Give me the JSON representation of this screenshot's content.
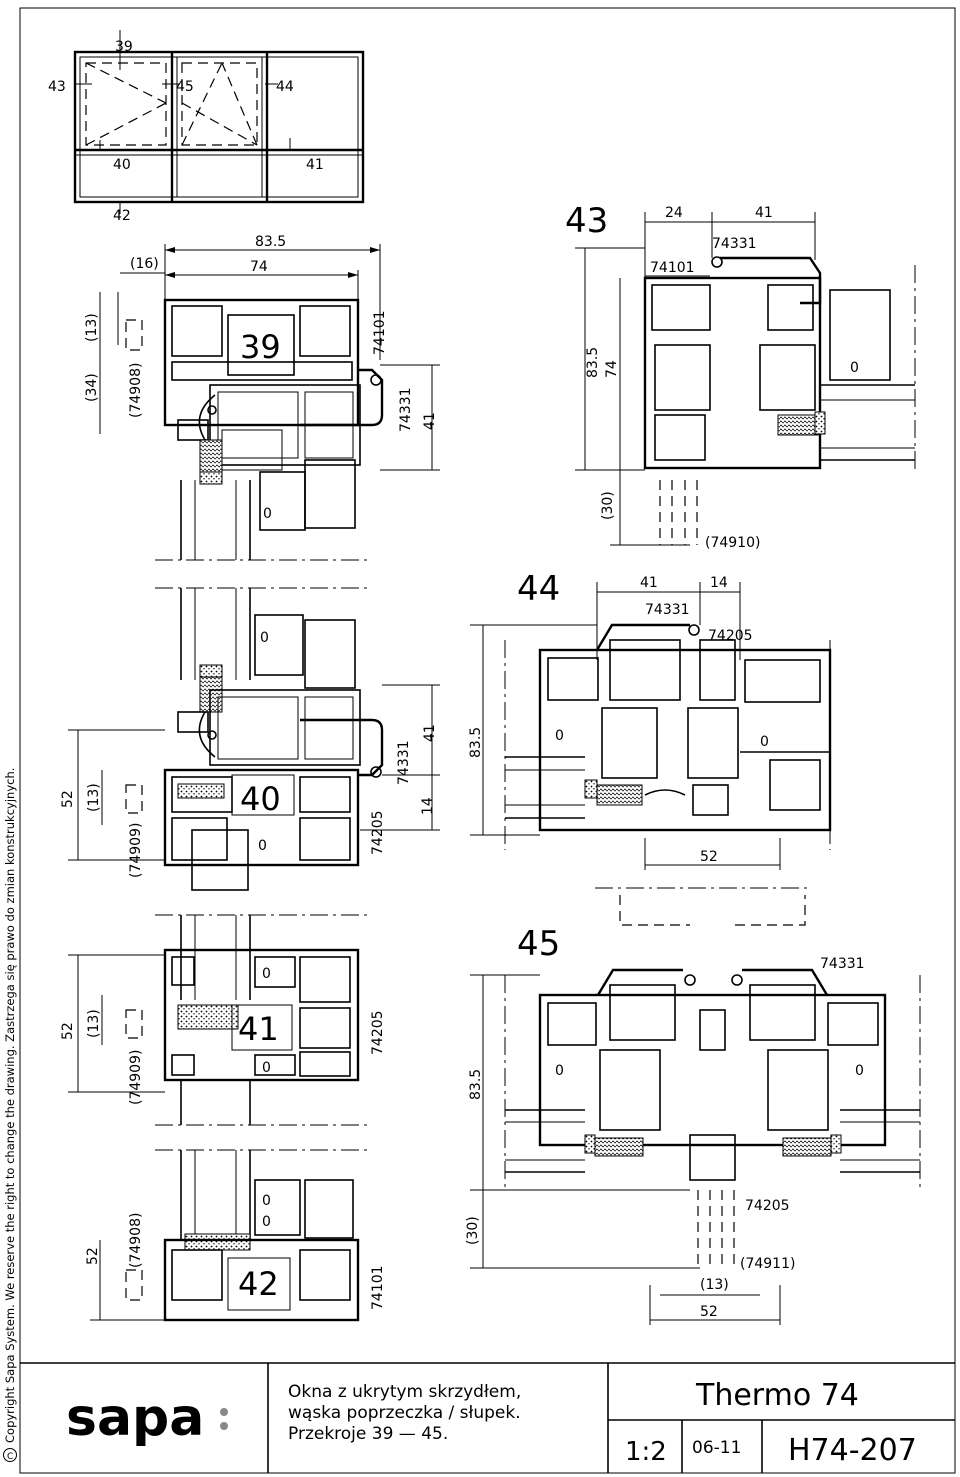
{
  "copyright": "Copyright Sapa System. We reserve the right to change the drawing. Zastrzega się prawo do zmian konstrukcyjnych.",
  "overview": {
    "labels": [
      "39",
      "43",
      "45",
      "44",
      "40",
      "41",
      "42"
    ]
  },
  "sections": {
    "s39": {
      "number": "39",
      "dims": [
        "83.5",
        "74",
        "(16)",
        "(13)",
        "(34)",
        "(74908)",
        "74101",
        "74331",
        "41"
      ]
    },
    "s40": {
      "number": "40",
      "dims": [
        "52",
        "(13)",
        "(74909)",
        "74331",
        "41",
        "74205",
        "14"
      ]
    },
    "s41": {
      "number": "41",
      "dims": [
        "52",
        "(13)",
        "(74909)",
        "74205"
      ]
    },
    "s42": {
      "number": "42",
      "dims": [
        "52",
        "(74908)",
        "74101"
      ]
    },
    "s43": {
      "number": "43",
      "dims": [
        "24",
        "41",
        "74331",
        "74101",
        "83.5",
        "74",
        "(30)",
        "(74910)"
      ]
    },
    "s44": {
      "number": "44",
      "dims": [
        "41",
        "14",
        "74331",
        "74205",
        "83.5",
        "52"
      ]
    },
    "s45": {
      "number": "45",
      "dims": [
        "74331",
        "83.5",
        "(30)",
        "74205",
        "(74911)",
        "(13)",
        "52"
      ]
    }
  },
  "title_block": {
    "logo": "sapa",
    "description_lines": [
      "Okna z ukrytym skrzydłem,",
      "wąska poprzeczka / słupek.",
      "Przekroje 39 — 45."
    ],
    "product": "Thermo 74",
    "scale": "1:2",
    "date": "06-11",
    "drawing_number": "H74-207"
  }
}
